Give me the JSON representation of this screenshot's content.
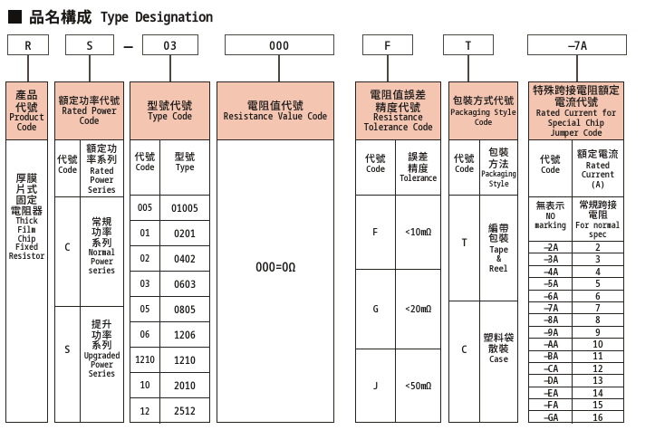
{
  "title": {
    "zh": "品名構成",
    "en": "Type Designation"
  },
  "code_row": {
    "product_code": "R",
    "power_code": "S",
    "separator": "—",
    "type_code": "03",
    "resistance_code": "000",
    "tolerance_code": "F",
    "packaging_code": "T",
    "current_code": "-7A"
  },
  "product": {
    "header_zh": "產品\n代號",
    "header_en": "Product\nCode",
    "body_zh": "厚膜\n片式\n固定\n電阻器",
    "body_en": "Thick\nFilm\nChip\nFixed\nResistor"
  },
  "rated_power": {
    "header_zh": "額定功率代號",
    "header_en": "Rated Power\nCode",
    "col_code_zh": "代號",
    "col_code_en": "Code",
    "col_series_zh": "額定功\n率系列",
    "col_series_en": "Rated\nPower\nSeries",
    "rows": [
      {
        "code": "C",
        "zh": "常規\n功率\n系列",
        "en": "Normal\nPower\nseries"
      },
      {
        "code": "S",
        "zh": "提升\n功率\n系列",
        "en": "Upgraded\nPower\nSeries"
      }
    ]
  },
  "type_code": {
    "header_zh": "型號代號",
    "header_en": "Type Code",
    "col_code_zh": "代號",
    "col_code_en": "Code",
    "col_type_zh": "型號",
    "col_type_en": "Type",
    "rows": [
      {
        "code": "005",
        "type": "01005"
      },
      {
        "code": "01",
        "type": "0201"
      },
      {
        "code": "02",
        "type": "0402"
      },
      {
        "code": "03",
        "type": "0603"
      },
      {
        "code": "05",
        "type": "0805"
      },
      {
        "code": "06",
        "type": "1206"
      },
      {
        "code": "1210",
        "type": "1210"
      },
      {
        "code": "10",
        "type": "2010"
      },
      {
        "code": "12",
        "type": "2512"
      }
    ]
  },
  "resistance_value": {
    "header_zh": "電阻值代號",
    "header_en": "Resistance Value Code",
    "body": "000=0Ω"
  },
  "tolerance": {
    "header_zh": "電阻值誤差\n精度代號",
    "header_en": "Resistance\nTolerance Code",
    "col_code_zh": "代號",
    "col_code_en": "Code",
    "col_tol_zh": "誤差\n精度",
    "col_tol_en": "Tolerance",
    "rows": [
      {
        "code": "F",
        "value": "<10mΩ"
      },
      {
        "code": "G",
        "value": "<20mΩ"
      },
      {
        "code": "J",
        "value": "<50mΩ"
      }
    ]
  },
  "packaging": {
    "header_zh": "包裝方式代號",
    "header_en": "Packaging Style\nCode",
    "col_code_zh": "代號",
    "col_code_en": "Code",
    "col_style_zh": "包裝\n方法",
    "col_style_en": "Packaging\nStyle",
    "rows": [
      {
        "code": "T",
        "zh": "編帶\n包裝",
        "en": "Tape\n&\nReel"
      },
      {
        "code": "C",
        "zh": "塑料袋\n散裝",
        "en": "Case"
      }
    ]
  },
  "jumper_current": {
    "header_zh": "特殊跨接電阻額定\n電流代號",
    "header_en": "Rated Current for\nSpecial Chip\nJumper Code",
    "col_code_zh": "代號",
    "col_code_en": "Code",
    "col_current_zh": "額定電流",
    "col_current_en": "Rated\nCurrent\n(A)",
    "no_marking_zh": "無表示",
    "no_marking_en": "NO\nmarking",
    "normal_zh": "常規跨接\n電阻",
    "normal_en": "For normal\nspec",
    "rows": [
      {
        "code": "-2A",
        "amps": "2"
      },
      {
        "code": "-3A",
        "amps": "3"
      },
      {
        "code": "-4A",
        "amps": "4"
      },
      {
        "code": "-5A",
        "amps": "5"
      },
      {
        "code": "-6A",
        "amps": "6"
      },
      {
        "code": "-7A",
        "amps": "7"
      },
      {
        "code": "-8A",
        "amps": "8"
      },
      {
        "code": "-9A",
        "amps": "9"
      },
      {
        "code": "-AA",
        "amps": "10"
      },
      {
        "code": "-BA",
        "amps": "11"
      },
      {
        "code": "-CA",
        "amps": "12"
      },
      {
        "code": "-DA",
        "amps": "13"
      },
      {
        "code": "-EA",
        "amps": "14"
      },
      {
        "code": "-FA",
        "amps": "15"
      },
      {
        "code": "-GA",
        "amps": "16"
      }
    ]
  },
  "colors": {
    "header_fill": "#f4c6b2",
    "table_line": "#262321",
    "box_line": "#4c4742",
    "text": "#1d1b1a",
    "background": "#ffffff"
  }
}
